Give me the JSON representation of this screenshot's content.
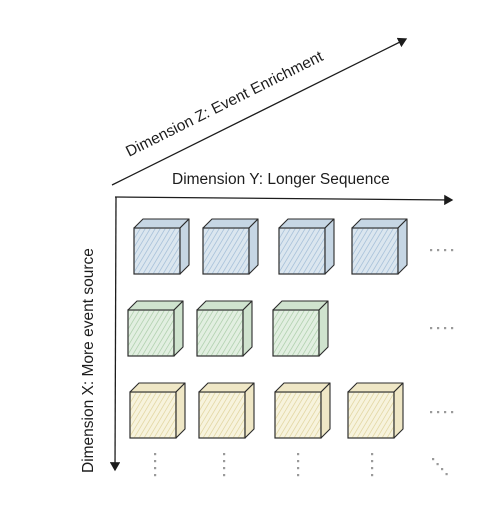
{
  "labels": {
    "z": "Dimension Z: Event Enrichment",
    "y": "Dimension Y: Longer Sequence",
    "x": "Dimension X: More event source"
  },
  "rows": [
    {
      "name": "blue",
      "count": 4,
      "face": "#dbe6ef",
      "side": "#c6d6e4",
      "hatch": "#a9c2da"
    },
    {
      "name": "green",
      "count": 3,
      "face": "#e2efe1",
      "side": "#cfe3ce",
      "hatch": "#b3d2b1"
    },
    {
      "name": "yellow",
      "count": 4,
      "face": "#f7f3dd",
      "side": "#efe7c6",
      "hatch": "#e3d8a6"
    }
  ],
  "colors": {
    "stroke": "#2b2b2b",
    "dots": "#9a9a9a"
  }
}
